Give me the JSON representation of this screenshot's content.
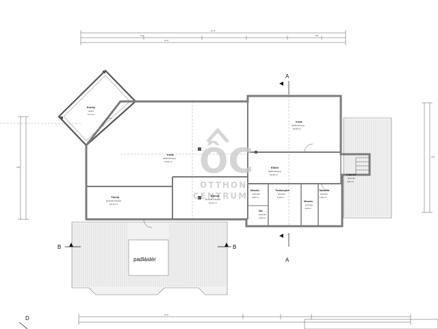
{
  "rooms": [
    {
      "name": "Erkély",
      "sub": "terasz",
      "area": "9,74 m²"
    },
    {
      "name": "Iroda",
      "sub": "padlószőnyeg",
      "area": "72,61 m²"
    },
    {
      "name": "Iroda",
      "sub": "padlószőnyeg",
      "area": "29,95 m²"
    },
    {
      "name": "Előtér",
      "sub": "padlószőnyeg",
      "area": "14,95 m²"
    },
    {
      "name": "Tároló",
      "sub": "laminált burkolat",
      "area": "16,40 m²"
    },
    {
      "name": "Kamra",
      "sub": "laminált burkolat",
      "area": "14,02 m²"
    },
    {
      "name": "Mosdó",
      "sub": "kerámia",
      "area": "2,56 m²"
    },
    {
      "name": "Wc",
      "sub": "kerámia",
      "area": "1,65 m²"
    },
    {
      "name": "Teakonyha",
      "sub": "kerámia",
      "area": "5,18 m²"
    },
    {
      "name": "Mosdó",
      "sub": "kerámia",
      "area": "3,36 m²"
    },
    {
      "name": "Takarító",
      "sub": "kerámia",
      "area": "1,81 m²"
    },
    {
      "name": "Lépcső",
      "sub": "kerámia",
      "area": "2,81 m²"
    }
  ],
  "labels": {
    "attic": "padlástér",
    "section_a_top": "A",
    "section_a_bottom": "A",
    "section_b_left": "B",
    "section_b_right": "B",
    "corner_d": "D"
  },
  "watermark": {
    "letters": "ÔC",
    "line1": "OTTHON",
    "line2": "CENTRUM"
  },
  "dimensions": {
    "top_total": "15,70",
    "top_left": "6,34",
    "top_mid": "12,11",
    "top_right": "3,95",
    "bottom_total": "12,11",
    "side_left": "4,89",
    "side_right": "3,65"
  },
  "colors": {
    "wall": "#7a7a7a",
    "roof_hatch": "#bdbdbd",
    "line": "#333333",
    "watermark": "#c7c7c7"
  }
}
